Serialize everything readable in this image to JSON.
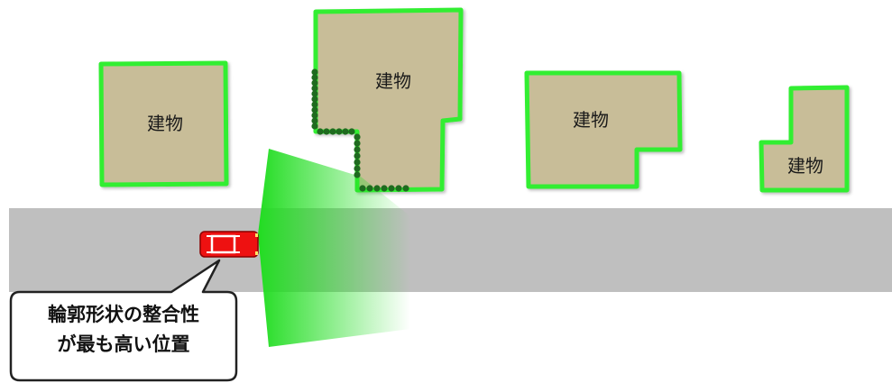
{
  "buildings": [
    {
      "label": "建物"
    },
    {
      "label": "建物"
    },
    {
      "label": "建物"
    },
    {
      "label": "建物"
    }
  ],
  "callout": {
    "line1": "輪郭形状の整合性",
    "line2": "が最も高い位置"
  },
  "colors": {
    "building_fill": "#c8bd98",
    "building_outline": "#33ee33",
    "road": "#bfbfbf",
    "vehicle_body": "#ee1111",
    "scan_cone": "#22dd22",
    "matched_points": "#1f6b1f"
  },
  "icons": {
    "vehicle": "car-icon"
  }
}
